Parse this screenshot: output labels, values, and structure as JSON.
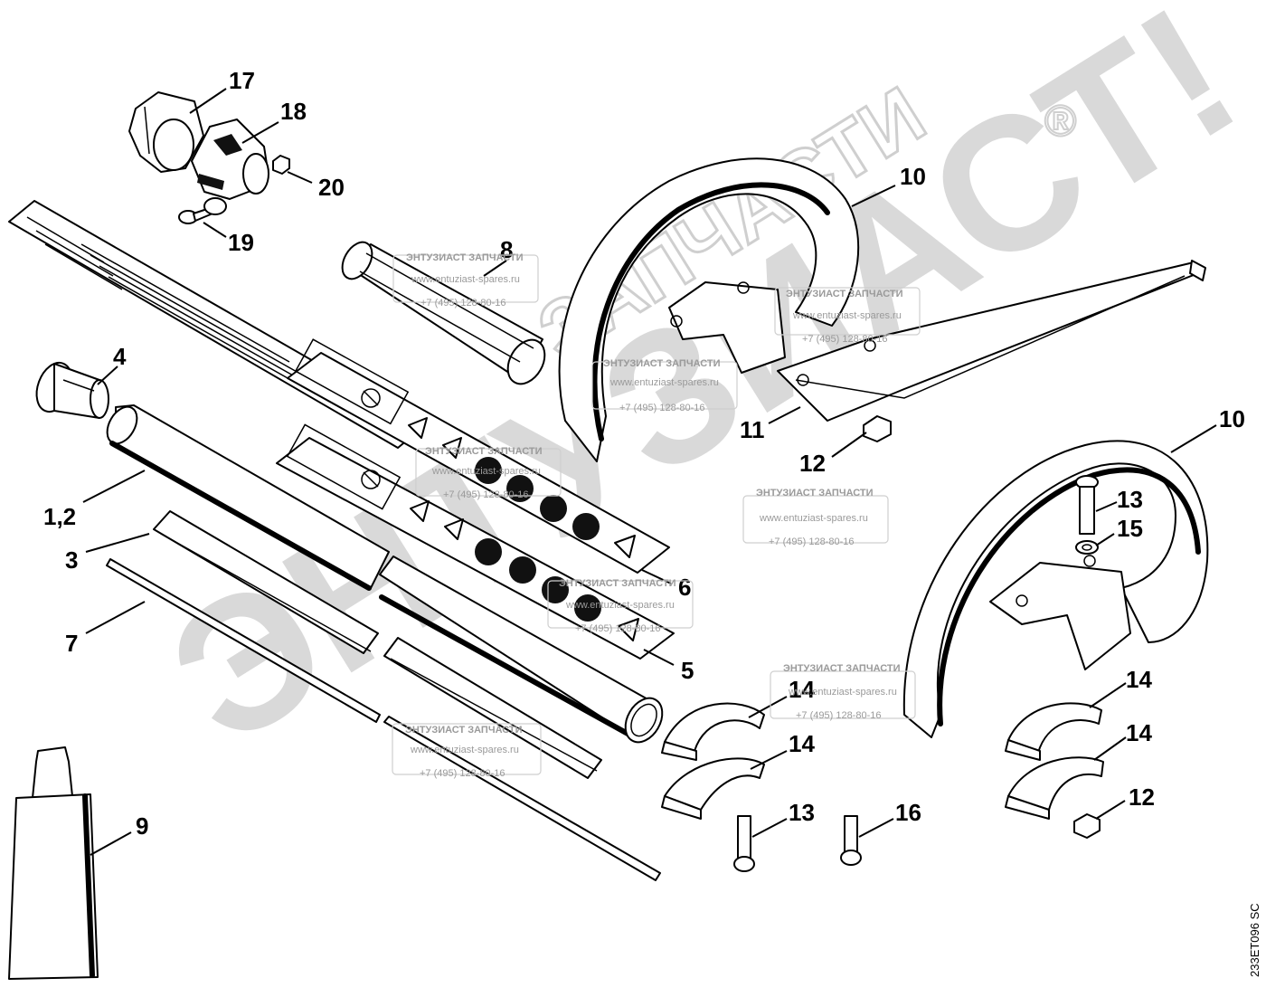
{
  "callouts": {
    "c17": "17",
    "c18": "18",
    "c20": "20",
    "c19": "19",
    "c8": "8",
    "c4": "4",
    "c12": "1,2",
    "c3": "3",
    "c7": "7",
    "c9": "9",
    "c6": "6",
    "c5": "5",
    "c10a": "10",
    "c10b": "10",
    "c11": "11",
    "c12a": "12",
    "c13a": "13",
    "c15": "15",
    "c14a": "14",
    "c14b": "14",
    "c14c": "14",
    "c14d": "14",
    "c12b": "12",
    "c13b": "13",
    "c16": "16"
  },
  "drawing_code": "233ET096 SC",
  "watermark": {
    "brand": "ЭНТУЗИАСТ!",
    "subtitle": "ЗАПЧАСТИ",
    "registered": "®",
    "stamp_title": "ЭНТУЗИАСТ ЗАПЧАСТИ",
    "stamp_url": "www.entuziast-spares.ru",
    "stamp_phone": "+7 (495) 128-80-16"
  }
}
